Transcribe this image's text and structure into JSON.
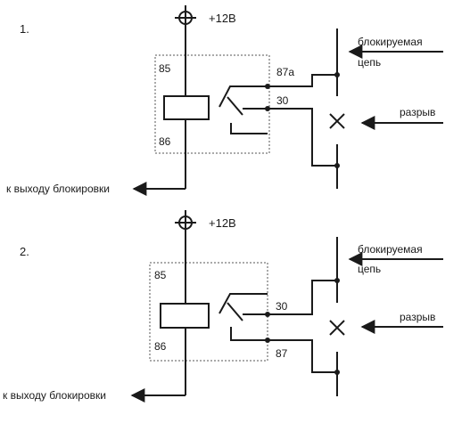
{
  "colors": {
    "ink": "#1a1a1a",
    "box": "#555555",
    "background": "#ffffff"
  },
  "diagram1": {
    "number": "1.",
    "supply": "+12В",
    "pin_top": "85",
    "pin_bottom": "86",
    "contact_upper": "87а",
    "contact_common": "30",
    "output_label": "к выходу блокировки",
    "circuit_label_line1": "блокируемая",
    "circuit_label_line2": "цепь",
    "break_label": "разрыв"
  },
  "diagram2": {
    "number": "2.",
    "supply": "+12В",
    "pin_top": "85",
    "pin_bottom": "86",
    "contact_common": "30",
    "contact_lower": "87",
    "output_label": "к выходу блокировки",
    "circuit_label_line1": "блокируемая",
    "circuit_label_line2": "цепь",
    "break_label": "разрыв"
  },
  "icons": [
    "terminal-crosshair-icon",
    "break-x-icon",
    "arrow-left-icon"
  ]
}
